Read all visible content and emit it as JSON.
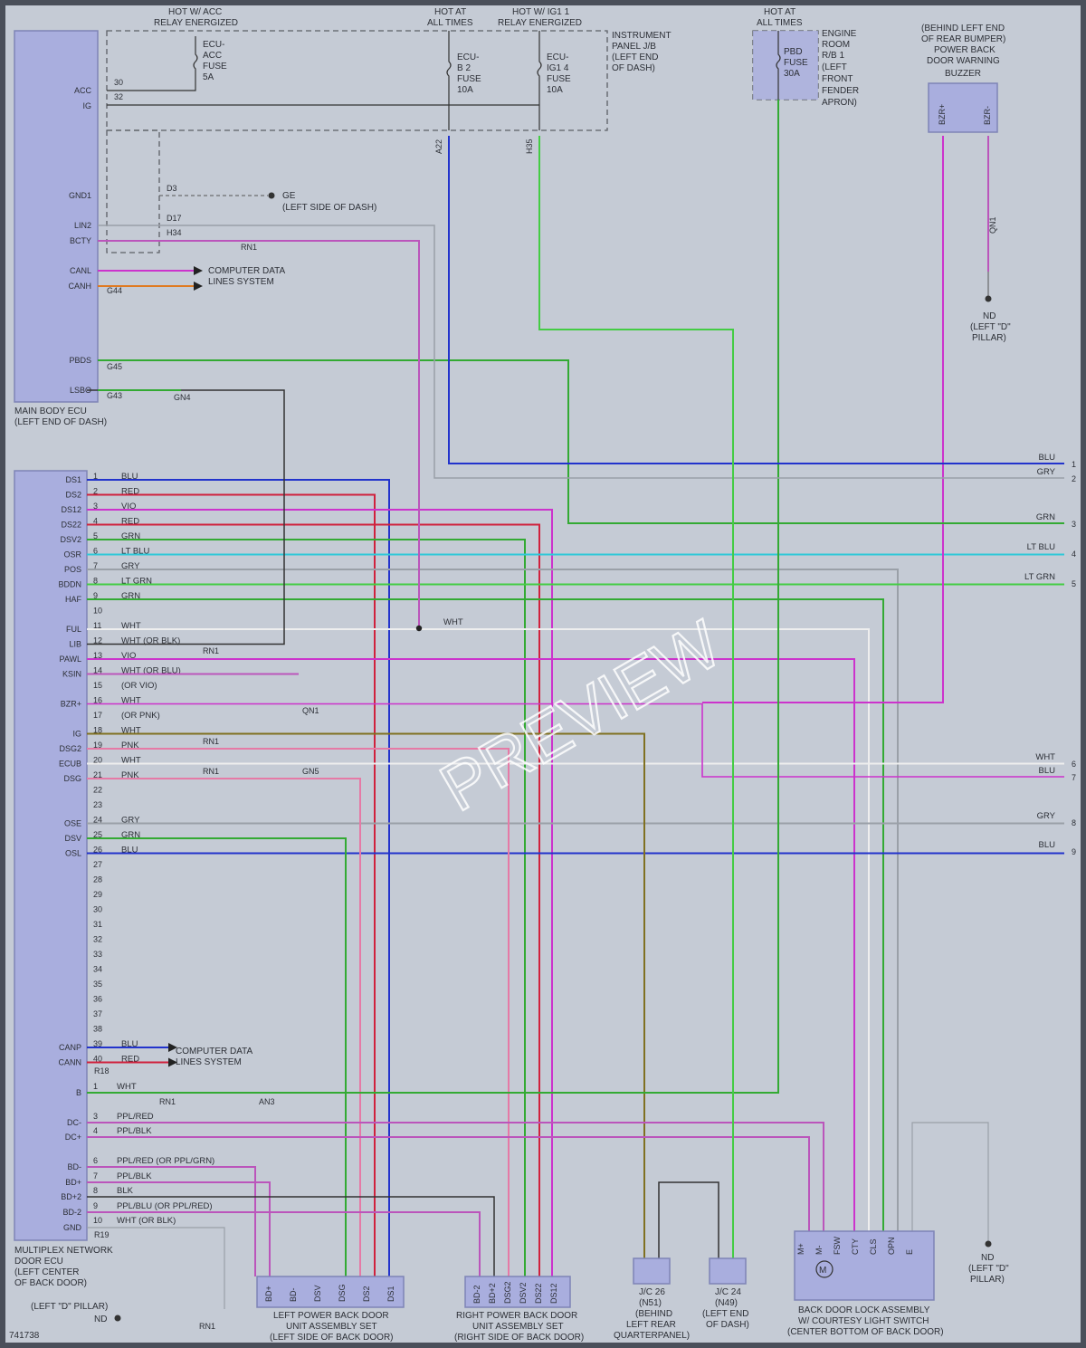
{
  "diagram_id": "741738",
  "watermark": "PREVIEW",
  "colors": {
    "background": "#c5cbd5",
    "frame": "#4a4f5a",
    "ecu_fill": "#a9aede",
    "BLU": "#2233cc",
    "RED": "#d0213d",
    "VIO": "#cc33cc",
    "GRN": "#33aa33",
    "LT_BLU": "#30c8d8",
    "LT_GRN": "#44cc44",
    "GRY": "#9aa0a8",
    "WHT": "#eeeeee",
    "BLK": "#333333",
    "PPL": "#bb55bb",
    "PNK": "#e67aa6",
    "BRN": "#807020",
    "ORG": "#e07a20"
  },
  "headers": {
    "hot_acc": [
      "HOT W/ ACC",
      "RELAY ENERGIZED"
    ],
    "hot_all": [
      "HOT AT",
      "ALL TIMES"
    ],
    "hot_ig1": [
      "HOT W/ IG1 1",
      "RELAY ENERGIZED"
    ],
    "hot_all2": [
      "HOT AT",
      "ALL TIMES"
    ]
  },
  "fuses": {
    "acc": [
      "ECU-",
      "ACC",
      "FUSE",
      "5A"
    ],
    "b2": [
      "ECU-",
      "B 2",
      "FUSE",
      "10A"
    ],
    "ig14": [
      "ECU-",
      "IG1 4",
      "FUSE",
      "10A"
    ],
    "pbd": [
      "PBD",
      "FUSE",
      "30A"
    ]
  },
  "locations": {
    "instrument_jb": [
      "INSTRUMENT",
      "PANEL J/B",
      "(LEFT END",
      "OF DASH)"
    ],
    "engine_room": [
      "ENGINE",
      "ROOM",
      "R/B 1",
      "(LEFT",
      "FRONT",
      "FENDER",
      "APRON)"
    ],
    "buzzer_loc": [
      "(BEHIND LEFT END",
      "OF REAR BUMPER)",
      "POWER BACK",
      "DOOR WARNING",
      "BUZZER"
    ],
    "ge": [
      "GE",
      "(LEFT SIDE OF DASH)"
    ],
    "nd_top": [
      "ND",
      "(LEFT \"D\"",
      "PILLAR)"
    ],
    "nd_right": [
      "ND",
      "(LEFT \"D\"",
      "PILLAR)"
    ],
    "nd_bottom_label": "(LEFT \"D\" PILLAR)",
    "nd_bottom": "ND",
    "computer_data": [
      "COMPUTER DATA",
      "LINES SYSTEM"
    ]
  },
  "main_body_ecu": {
    "caption": [
      "MAIN BODY ECU",
      "(LEFT END OF DASH)"
    ],
    "pins": [
      "ACC",
      "IG",
      "GND1",
      "LIN2",
      "BCTY",
      "CANL",
      "CANH",
      "PBDS",
      "LSBO"
    ]
  },
  "multiplex_ecu": {
    "caption": [
      "MULTIPLEX NETWORK",
      "DOOR ECU",
      "(LEFT CENTER",
      "OF BACK DOOR)"
    ],
    "pins": [
      "DS1",
      "DS2",
      "DS12",
      "DS22",
      "DSV2",
      "OSR",
      "POS",
      "BDDN",
      "HAF",
      "FUL",
      "LIB",
      "PAWL",
      "KSIN",
      "BZR+",
      "IG",
      "DSG2",
      "ECUB",
      "DSG",
      "OSE",
      "DSV",
      "OSL",
      "CANP",
      "CANN",
      "B",
      "DC-",
      "DC+",
      "BD-",
      "BD+",
      "BD+2",
      "BD-2",
      "GND"
    ]
  },
  "wires_rows": [
    {
      "n": "1",
      "label": "BLU"
    },
    {
      "n": "2",
      "label": "RED"
    },
    {
      "n": "3",
      "label": "VIO"
    },
    {
      "n": "4",
      "label": "RED"
    },
    {
      "n": "5",
      "label": "GRN"
    },
    {
      "n": "6",
      "label": "LT BLU"
    },
    {
      "n": "7",
      "label": "GRY"
    },
    {
      "n": "8",
      "label": "LT GRN"
    },
    {
      "n": "9",
      "label": "GRN"
    },
    {
      "n": "10",
      "label": ""
    },
    {
      "n": "11",
      "label": "WHT"
    },
    {
      "n": "12",
      "label": "WHT   (OR BLK)"
    },
    {
      "n": "13",
      "label": "VIO"
    },
    {
      "n": "14",
      "label": "WHT   (OR BLU)"
    },
    {
      "n": "15",
      "label": "(OR VIO)"
    },
    {
      "n": "16",
      "label": "WHT"
    },
    {
      "n": "17",
      "label": "(OR PNK)"
    },
    {
      "n": "18",
      "label": "WHT"
    },
    {
      "n": "19",
      "label": "PNK"
    },
    {
      "n": "20",
      "label": "WHT"
    },
    {
      "n": "21",
      "label": "PNK"
    },
    {
      "n": "22",
      "label": ""
    },
    {
      "n": "23",
      "label": ""
    },
    {
      "n": "24",
      "label": "GRY"
    },
    {
      "n": "25",
      "label": "GRN"
    },
    {
      "n": "26",
      "label": "BLU"
    },
    {
      "n": "27",
      "label": ""
    },
    {
      "n": "28",
      "label": ""
    },
    {
      "n": "29",
      "label": ""
    },
    {
      "n": "30",
      "label": ""
    },
    {
      "n": "31",
      "label": ""
    },
    {
      "n": "32",
      "label": ""
    },
    {
      "n": "33",
      "label": ""
    },
    {
      "n": "34",
      "label": ""
    },
    {
      "n": "35",
      "label": ""
    },
    {
      "n": "36",
      "label": ""
    },
    {
      "n": "37",
      "label": ""
    },
    {
      "n": "38",
      "label": ""
    },
    {
      "n": "39",
      "label": "BLU"
    },
    {
      "n": "40",
      "label": "RED"
    }
  ],
  "right_outputs": [
    {
      "n": "1",
      "label": "BLU"
    },
    {
      "n": "2",
      "label": "GRY"
    },
    {
      "n": "3",
      "label": "GRN"
    },
    {
      "n": "4",
      "label": "LT BLU"
    },
    {
      "n": "5",
      "label": "LT GRN"
    },
    {
      "n": "6",
      "label": "WHT"
    },
    {
      "n": "7",
      "label": "BLU"
    },
    {
      "n": "8",
      "label": "GRY"
    },
    {
      "n": "9",
      "label": "BLU"
    }
  ],
  "misc": {
    "wht_junction": "WHT",
    "r18": "R18",
    "r19": "R19",
    "rn1": "RN1",
    "g44": "G44",
    "g45": "G45",
    "g43": "G43",
    "gn4": "GN4",
    "qn1": "QN1",
    "gn5": "GN5",
    "an3": "AN3",
    "a22": "A22",
    "h35": "H35",
    "d3": "D3",
    "d17": "D17",
    "h34": "H34"
  },
  "bottom_components": {
    "left_pbd": {
      "caption": [
        "LEFT POWER BACK DOOR",
        "UNIT ASSEMBLY SET",
        "(LEFT SIDE OF BACK DOOR)"
      ],
      "pins": [
        "BD+",
        "BD-",
        "DSV",
        "DSG",
        "DS2",
        "DS1"
      ]
    },
    "right_pbd": {
      "caption": [
        "RIGHT POWER BACK DOOR",
        "UNIT ASSEMBLY SET",
        "(RIGHT SIDE OF BACK DOOR)"
      ],
      "pins": [
        "BD-2",
        "BD+2",
        "DSG2",
        "DSV2",
        "DS22",
        "DS12"
      ]
    },
    "jc26": {
      "caption": [
        "J/C 26",
        "(N51)",
        "(BEHIND",
        "LEFT REAR",
        "QUARTERPANEL)"
      ]
    },
    "jc24": {
      "caption": [
        "J/C 24",
        "(N49)",
        "(LEFT END",
        "OF DASH)"
      ]
    },
    "back_door_lock": {
      "caption": [
        "BACK DOOR LOCK ASSEMBLY",
        "W/ COURTESY LIGHT SWITCH",
        "(CENTER BOTTOM OF BACK DOOR)"
      ],
      "pins": [
        "M+",
        "M-",
        "FSW",
        "CTY",
        "CLS",
        "OPN",
        "E"
      ]
    }
  },
  "buzzer_pins": [
    "BZR+",
    "BZR-"
  ]
}
